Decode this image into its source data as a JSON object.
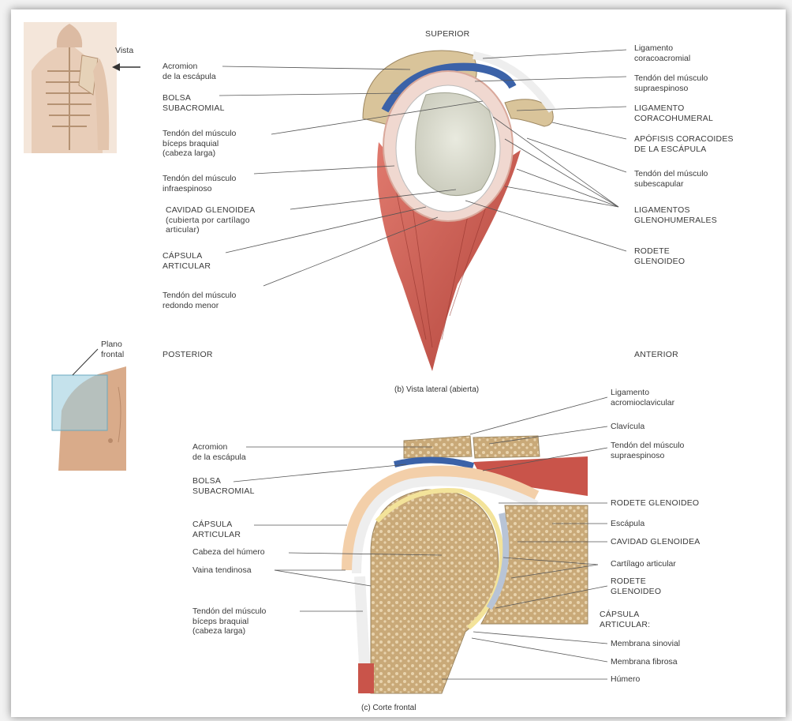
{
  "view_b": {
    "superior": "SUPERIOR",
    "posterior": "POSTERIOR",
    "anterior": "ANTERIOR",
    "caption": "(b) Vista lateral (abierta)",
    "inset_vista": "Vista",
    "labels": {
      "acromion": "Acromion\nde la escápula",
      "bolsa_subacromial": "BOLSA\nSUBACROMIAL",
      "tendon_biceps": "Tendón del músculo\nbíceps braquial\n(cabeza larga)",
      "tendon_infraespinoso": "Tendón del músculo\ninfraespinoso",
      "cavidad_glenoidea": "CAVIDAD GLENOIDEA\n(cubierta por cartílago\narticular)",
      "capsula_articular": "CÁPSULA\nARTICULAR",
      "tendon_redondo_menor": "Tendón del músculo\nredondo menor",
      "ligamento_coracoacromial": "Ligamento\ncoracoacromial",
      "tendon_supraespinoso": "Tendón del músculo\nsupraespinoso",
      "ligamento_coracohumeral": "LIGAMENTO\nCORACOHUMERAL",
      "apofisis_coracoides": "APÓFISIS CORACOIDES\nDE LA ESCÁPULA",
      "tendon_subescapular": "Tendón del músculo\nsubescapular",
      "ligamentos_glenohumerales": "LIGAMENTOS\nGLENOHUMERALES",
      "rodete_glenoideo": "RODETE\nGLENOIDEO"
    }
  },
  "view_c": {
    "caption": "(c) Corte frontal",
    "inset_plano": "Plano\nfrontal",
    "labels": {
      "acromion": "Acromion\nde la escápula",
      "bolsa_subacromial": "BOLSA\nSUBACROMIAL",
      "capsula_articular": "CÁPSULA\nARTICULAR",
      "cabeza_humero": "Cabeza del húmero",
      "vaina_tendinosa": "Vaina tendinosa",
      "tendon_biceps": "Tendón del músculo\nbíceps braquial\n(cabeza larga)",
      "ligamento_acromioclavicular": "Ligamento\nacromioclavicular",
      "clavicula": "Clavícula",
      "tendon_supraespinoso": "Tendón del músculo\nsupraespinoso",
      "rodete_glenoideo_1": "RODETE GLENOIDEO",
      "escapula": "Escápula",
      "cavidad_glenoidea": "CAVIDAD GLENOIDEA",
      "cartilago_articular": "Cartílago articular",
      "rodete_glenoideo_2": "RODETE\nGLENOIDEO",
      "capsula_articular_2": "CÁPSULA\nARTICULAR:",
      "membrana_sinovial": "Membrana sinovial",
      "membrana_fibrosa": "Membrana fibrosa",
      "humero": "Húmero"
    }
  },
  "colors": {
    "muscle": "#c9544a",
    "bone": "#d9c49a",
    "bursa": "#3b62a8",
    "cartilage": "#f3e39a",
    "capsule": "#b8c4d6"
  }
}
